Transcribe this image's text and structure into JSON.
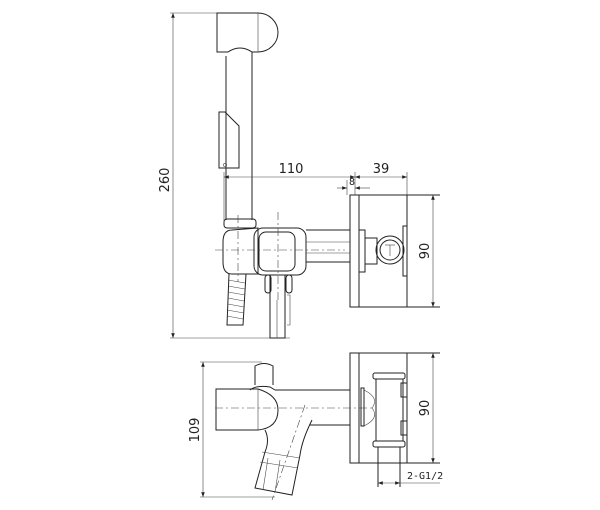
{
  "drawing": {
    "side_view": {
      "dimensions": {
        "height": "260",
        "reach": "110",
        "depth": "39",
        "flange": "8",
        "plate_height": "90"
      }
    },
    "top_view": {
      "dimensions": {
        "depth": "109",
        "plate_height": "90",
        "connection": "2-G1/2"
      }
    },
    "line_color": "#222222"
  }
}
